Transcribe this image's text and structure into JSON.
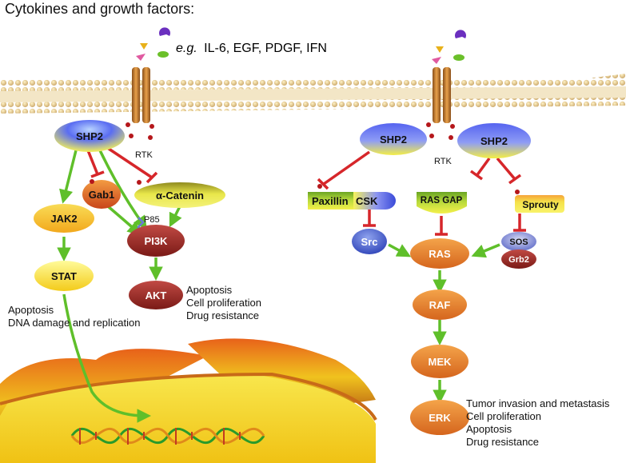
{
  "title": "Cytokines and growth factors:",
  "ligands": {
    "eg": "e.g.",
    "list": "IL-6, EGF, PDGF, IFN"
  },
  "left": {
    "shp2": "SHP2",
    "rtk": "RTK",
    "gab1": "Gab1",
    "catenin": "α-Catenin",
    "p85": "P85",
    "jak2": "JAK2",
    "pi3k": "PI3K",
    "stat": "STAT",
    "akt": "AKT",
    "stat_outcomes": [
      "Apoptosis",
      "DNA damage and replication"
    ],
    "akt_outcomes": [
      "Apoptosis",
      "Cell proliferation",
      "Drug resistance"
    ]
  },
  "right": {
    "shp2_a": "SHP2",
    "shp2_b": "SHP2",
    "rtk": "RTK",
    "paxillin": "Paxillin",
    "csk": "CSK",
    "ras_gap": "RAS GAP",
    "sprouty": "Sprouty",
    "src": "Src",
    "ras": "RAS",
    "sos": "SOS",
    "grb2": "Grb2",
    "raf": "RAF",
    "mek": "MEK",
    "erk": "ERK",
    "erk_outcomes": [
      "Tumor invasion and metastasis",
      "Cell proliferation",
      "Apoptosis",
      "Drug resistance"
    ]
  }
}
